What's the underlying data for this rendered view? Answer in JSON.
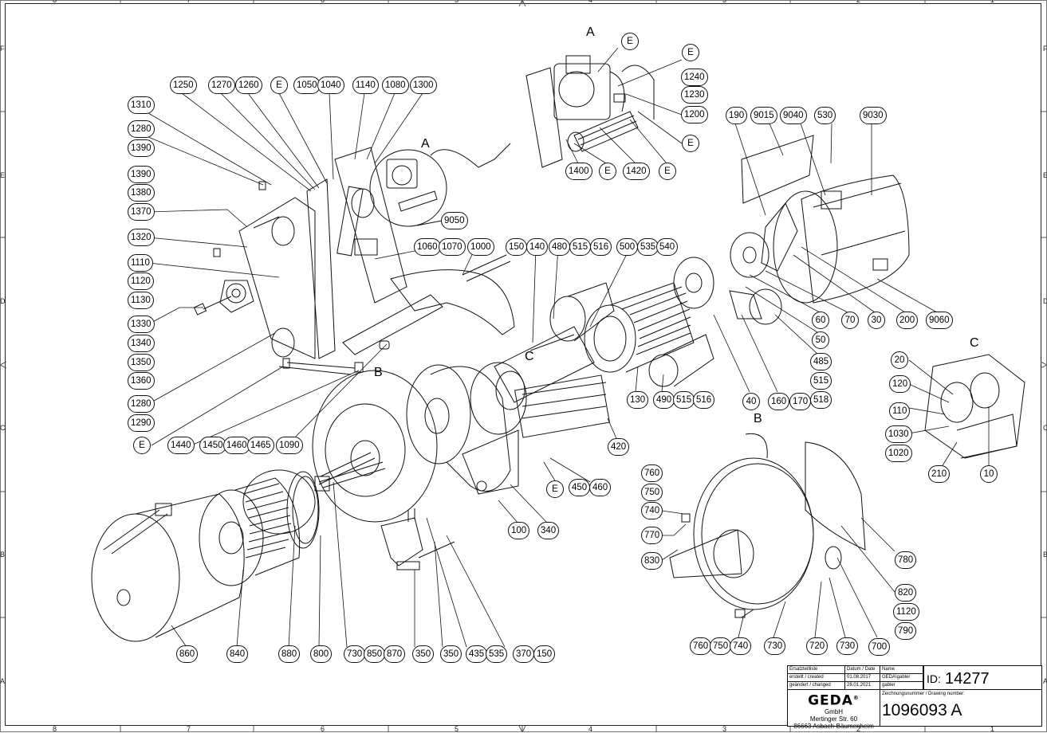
{
  "document": {
    "type": "exploded parts drawing",
    "frame": {
      "columns": [
        "8",
        "7",
        "6",
        "5",
        "4",
        "3",
        "2",
        "1"
      ],
      "rows": [
        "F",
        "E",
        "D",
        "C",
        "B",
        "A"
      ]
    }
  },
  "title_block": {
    "rows": [
      {
        "label": "Ersatzteilliste",
        "date_header": "Datum / Date",
        "name_header": "Name"
      },
      {
        "label": "erstellt / created",
        "date": "01.08.2017",
        "name": "GEDA\\gabler"
      },
      {
        "label": "geändert / changed",
        "date": "28.01.2021",
        "name": "gabler"
      }
    ],
    "id_label": "ID:",
    "id_value": "14277",
    "company": {
      "brand": "GEDA",
      "registered_mark": "®",
      "legal_form": "GmbH",
      "street": "Mertinger Str. 60",
      "city": "86663 Asbach-Bäumenheim"
    },
    "drawing_number_label": "Zeichnungsnummer / Drawing number:",
    "drawing_number": "1096093 A"
  },
  "detail_views": {
    "A_top": "A",
    "A_circle": "A",
    "B_main": "B",
    "B_detail": "B",
    "C_main": "C",
    "C_detail": "C"
  },
  "callouts": {
    "frame_group_top": [
      "1250",
      "1270",
      "1260",
      "E",
      "1050",
      "1040",
      "1140",
      "1080",
      "1300"
    ],
    "frame_group_left": [
      "1310",
      "1280",
      "1390",
      "1390",
      "1380",
      "1370",
      "1320",
      "1110",
      "1120",
      "1130",
      "1330",
      "1340",
      "1350",
      "1360",
      "1280",
      "1290"
    ],
    "frame_group_bottom": [
      "E",
      "1440",
      "1450",
      "1460",
      "1465",
      "1090"
    ],
    "frame_group_mid": [
      "9050",
      "1060",
      "1070",
      "1000"
    ],
    "detail_A": [
      "E",
      "E",
      "1240",
      "1230",
      "1200",
      "E",
      "1400",
      "E",
      "1420",
      "E"
    ],
    "motor_top": [
      "150",
      "140",
      "480",
      "515",
      "516",
      "500",
      "535",
      "540"
    ],
    "motor_bottom": [
      "130",
      "490",
      "515",
      "516",
      "40",
      "160",
      "170"
    ],
    "brake_side": [
      "60",
      "70",
      "30",
      "200",
      "9060",
      "50",
      "485",
      "515",
      "518"
    ],
    "hood_top": [
      "190",
      "9015",
      "9040",
      "530",
      "9030"
    ],
    "detail_C": [
      "20",
      "120",
      "110",
      "1030",
      "1020",
      "210",
      "10"
    ],
    "gear_housing": [
      "420",
      "E",
      "450",
      "460",
      "100",
      "340"
    ],
    "drum_bottom": [
      "860",
      "840",
      "880",
      "800",
      "730",
      "850",
      "870",
      "350",
      "350",
      "435",
      "535",
      "370",
      "150"
    ],
    "detail_B_left": [
      "760",
      "750",
      "740",
      "770",
      "830"
    ],
    "detail_B_bottom": [
      "760",
      "750",
      "740",
      "730",
      "720",
      "730",
      "700"
    ],
    "detail_B_right": [
      "780",
      "820",
      "1120",
      "790"
    ]
  }
}
